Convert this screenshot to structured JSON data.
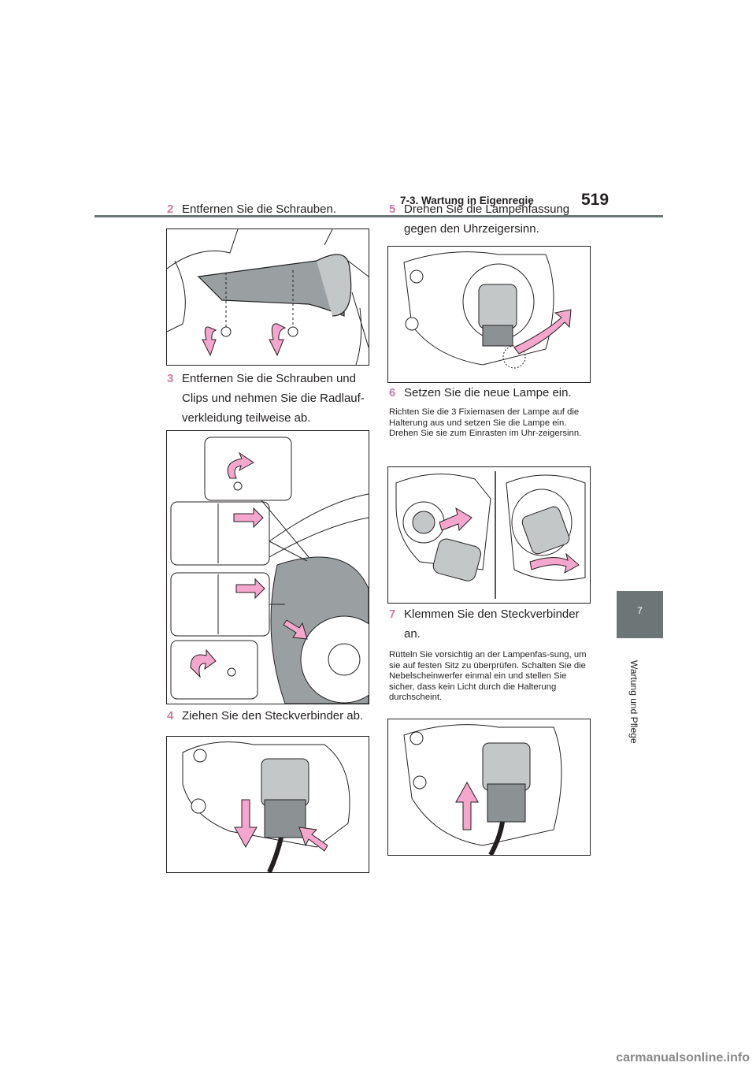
{
  "header": {
    "section": "7-3. Wartung in Eigenregie",
    "page_number": "519"
  },
  "side_tab": {
    "number": "7",
    "label": "Wartung und Pflege"
  },
  "steps": [
    {
      "num": "2",
      "lines": [
        "Entfernen Sie die Schrauben."
      ]
    },
    {
      "num": "3",
      "lines": [
        "Entfernen Sie die Schrauben und",
        "Clips und nehmen Sie die Radlauf-",
        "verkleidung teilweise ab."
      ]
    },
    {
      "num": "4",
      "lines": [
        "Ziehen Sie den Steckverbinder ab."
      ]
    },
    {
      "num": "5",
      "lines": [
        "Drehen Sie die Lampenfassung",
        "gegen den Uhrzeigersinn."
      ]
    },
    {
      "num": "6",
      "lines": [
        "Setzen Sie die neue Lampe ein."
      ]
    },
    {
      "num": "7",
      "lines": [
        "Klemmen Sie den Steckverbinder",
        "an."
      ]
    }
  ],
  "notes": {
    "step6": "Richten Sie die 3 Fixiernasen der Lampe auf die Halterung aus und setzen Sie die Lampe ein. Drehen Sie sie zum Einrasten im Uhr-zeigersinn.",
    "step7": "Rütteln Sie vorsichtig an der Lampenfas-sung, um sie auf festen Sitz zu überprüfen. Schalten Sie die Nebelscheinwerfer einmal ein und stellen Sie sicher, dass kein Licht durch die Halterung durchscheint."
  },
  "figures": {
    "fig2": "screws-removal-illustration",
    "fig3": "wheel-liner-removal-illustration",
    "fig4": "connector-disconnect-illustration",
    "fig5": "socket-rotate-illustration",
    "fig6": "new-bulb-install-illustration",
    "fig7": "connector-reconnect-illustration"
  },
  "watermark": "carmanualsonline.info",
  "colors": {
    "accent": "#cc7aa2",
    "arrow_fill": "#f5a6cc",
    "tab": "#6d7677"
  }
}
